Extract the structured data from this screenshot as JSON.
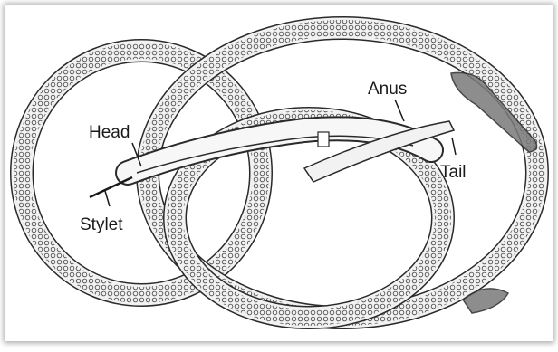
{
  "labels": {
    "head": "Head",
    "stylet": "Stylet",
    "anus": "Anus",
    "tail": "Tail"
  },
  "colors": {
    "outline": "#2a2a2a",
    "body_fill": "#f2f2f2",
    "granules": "#555555",
    "dark_organ": "#7a7a7a"
  }
}
